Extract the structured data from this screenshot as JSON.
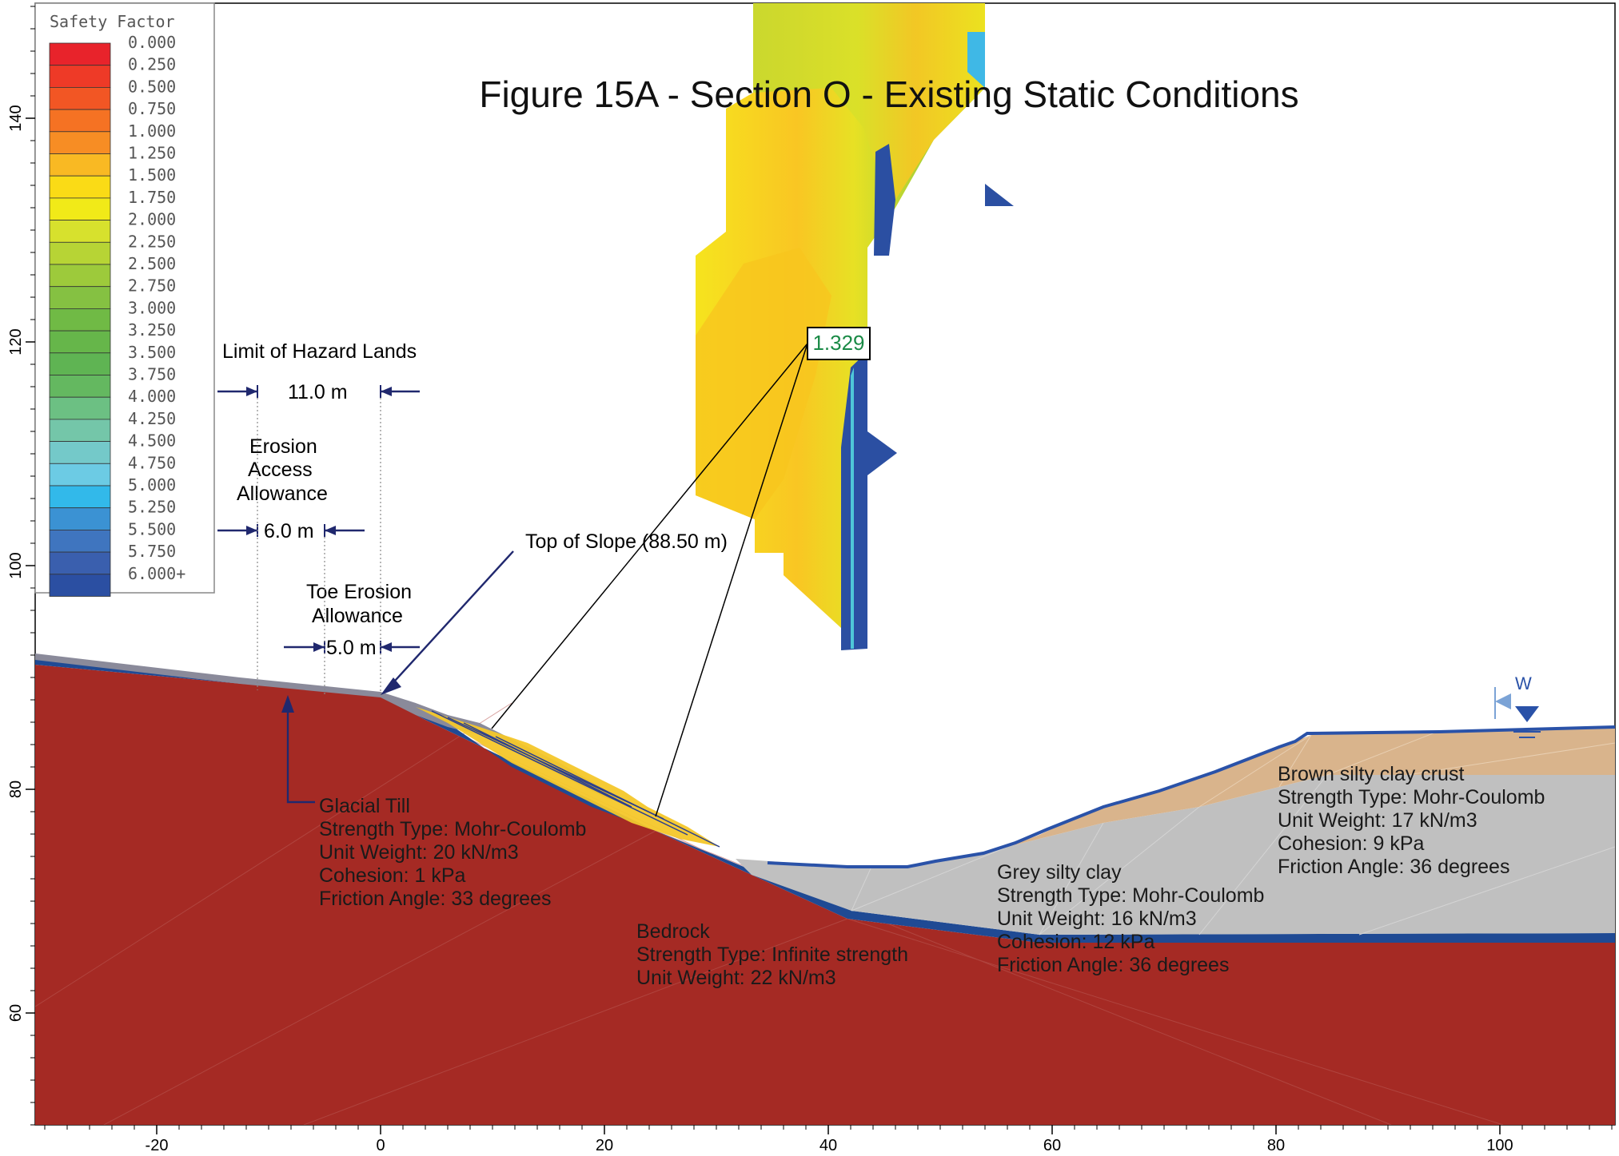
{
  "title": "Figure 15A - Section O - Existing Static Conditions",
  "legend": {
    "title": "Safety Factor",
    "entries": [
      {
        "label": "0.000",
        "color": "#e8232b"
      },
      {
        "label": "0.250",
        "color": "#ee3a27"
      },
      {
        "label": "0.500",
        "color": "#f25624"
      },
      {
        "label": "0.750",
        "color": "#f57223"
      },
      {
        "label": "1.000",
        "color": "#f78d24"
      },
      {
        "label": "1.250",
        "color": "#f9b923"
      },
      {
        "label": "1.500",
        "color": "#fadb16"
      },
      {
        "label": "1.750",
        "color": "#f1ea18"
      },
      {
        "label": "2.000",
        "color": "#d7e12d"
      },
      {
        "label": "2.250",
        "color": "#b7d435"
      },
      {
        "label": "2.500",
        "color": "#9dca3b"
      },
      {
        "label": "2.750",
        "color": "#85c142"
      },
      {
        "label": "3.000",
        "color": "#70ba45"
      },
      {
        "label": "3.250",
        "color": "#66b64a"
      },
      {
        "label": "3.500",
        "color": "#5fb453"
      },
      {
        "label": "3.750",
        "color": "#64b860"
      },
      {
        "label": "4.000",
        "color": "#6cc083"
      },
      {
        "label": "4.250",
        "color": "#74c6a9"
      },
      {
        "label": "4.500",
        "color": "#74c9c9"
      },
      {
        "label": "4.750",
        "color": "#6ccbe4"
      },
      {
        "label": "5.000",
        "color": "#32b9ea"
      },
      {
        "label": "5.250",
        "color": "#3b92d3"
      },
      {
        "label": "5.500",
        "color": "#3f75bf"
      },
      {
        "label": "5.750",
        "color": "#3a5fae"
      },
      {
        "label": "6.000+",
        "color": "#2b4fa2"
      }
    ]
  },
  "axes": {
    "x_ticks": [
      "-20",
      "0",
      "20",
      "40",
      "60",
      "80",
      "100"
    ],
    "y_ticks": [
      "140",
      "120",
      "100",
      "80",
      "60"
    ]
  },
  "critical_factor": "1.329",
  "annotations": {
    "hazard_lands": "Limit of Hazard Lands",
    "hazard_dim": "11.0 m",
    "erosion_access_1": "Erosion",
    "erosion_access_2": "Access",
    "erosion_access_3": "Allowance",
    "erosion_access_dim": "6.0 m",
    "toe_erosion_1": "Toe Erosion",
    "toe_erosion_2": "Allowance",
    "toe_erosion_dim": "5.0 m",
    "top_of_slope": "Top of Slope (88.50 m)",
    "water_marker": "W"
  },
  "materials": {
    "glacial_till": {
      "name": "Glacial Till",
      "strength": "Strength Type: Mohr-Coulomb",
      "weight": "Unit Weight: 20 kN/m3",
      "cohesion": "Cohesion: 1 kPa",
      "friction": "Friction Angle: 33 degrees"
    },
    "bedrock": {
      "name": "Bedrock",
      "strength": "Strength Type: Infinite strength",
      "weight": "Unit Weight: 22 kN/m3"
    },
    "grey_clay": {
      "name": "Grey silty clay",
      "strength": "Strength Type: Mohr-Coulomb",
      "weight": "Unit Weight: 16 kN/m3",
      "cohesion": "Cohesion: 12 kPa",
      "friction": "Friction Angle: 36 degrees"
    },
    "brown_crust": {
      "name": "Brown silty clay crust",
      "strength": "Strength Type: Mohr-Coulomb",
      "weight": "Unit Weight: 17 kN/m3",
      "cohesion": "Cohesion: 9 kPa",
      "friction": "Friction Angle: 36 degrees"
    }
  },
  "colors": {
    "bedrock": "#a52a24",
    "grey_clay": "#c0c0c0",
    "brown_crust": "#d9b48c",
    "till_band": "#1f4a94",
    "dimension": "#20286e"
  }
}
